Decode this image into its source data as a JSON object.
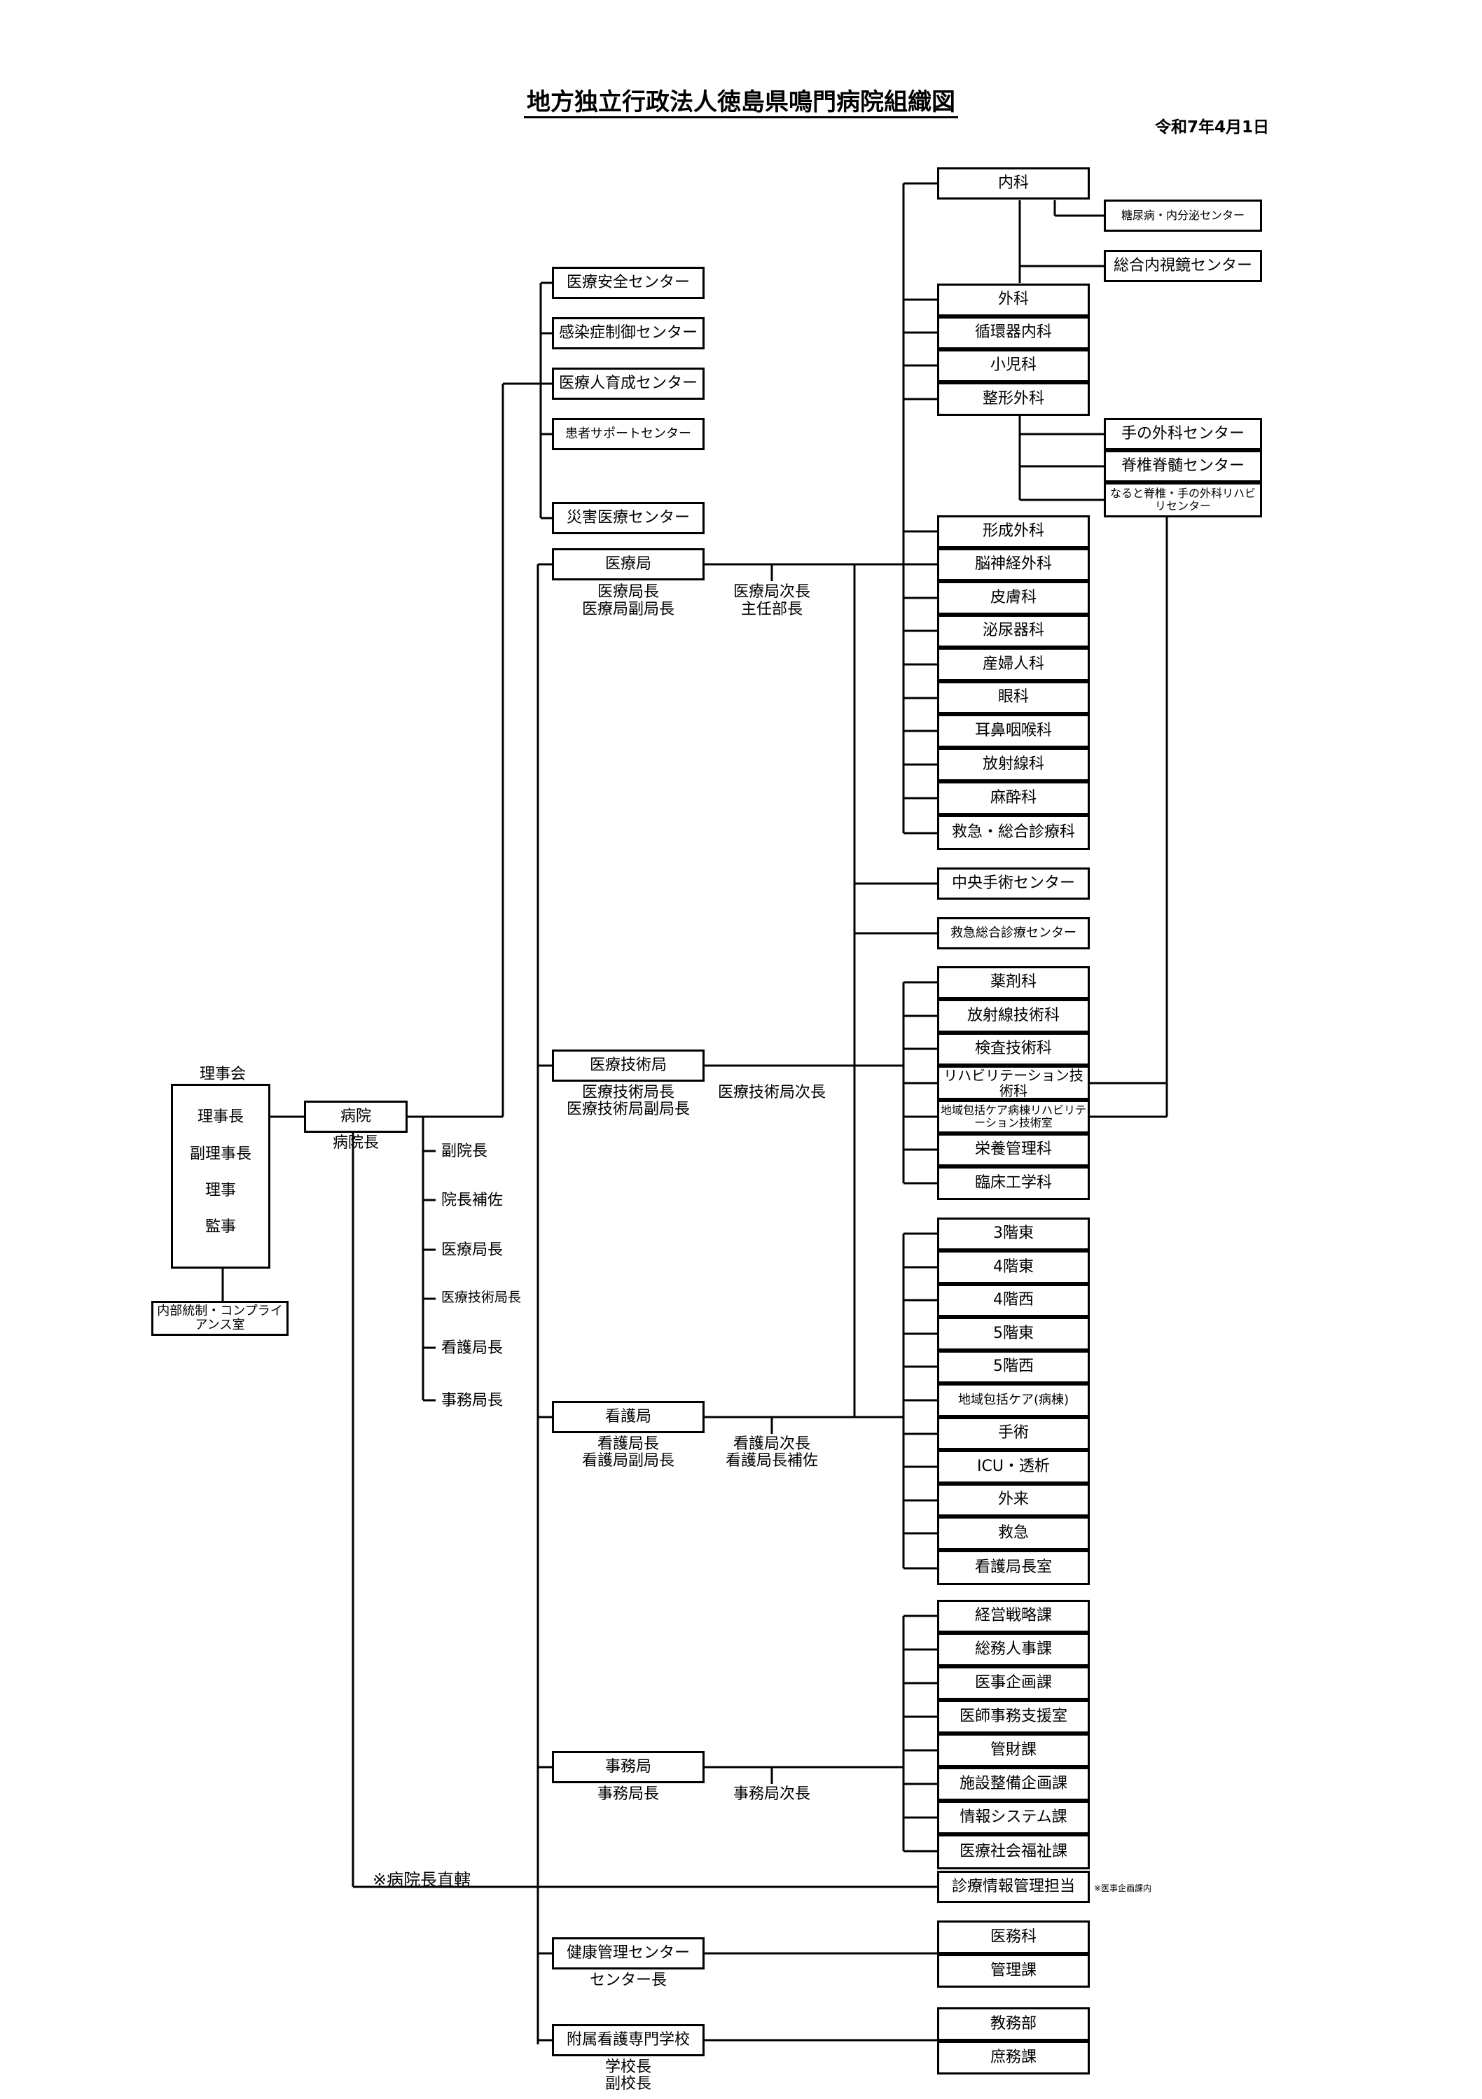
{
  "title": "地方独立行政法人徳島県鳴門病院組織図",
  "date": "令和7年4月1日",
  "board": {
    "label": "理事会",
    "members": [
      "理事長",
      "副理事長",
      "理事",
      "監事"
    ],
    "internal_control": "内部統制・コンプライアンス室"
  },
  "hospital": {
    "name": "病院",
    "head": "病院長",
    "staff": [
      "副院長",
      "院長補佐",
      "医療局長",
      "医療技術局長",
      "看護局長",
      "事務局長"
    ]
  },
  "centers": [
    "医療安全センター",
    "感染症制御センター",
    "医療人育成センター",
    "患者サポートセンター",
    "災害医療センター"
  ],
  "medical_bureau": {
    "name": "医療局",
    "heads": [
      "医療局長",
      "医療局副局長"
    ],
    "subheads": [
      "医療局次長",
      "主任部長"
    ],
    "naika": "内科",
    "naika_centers": [
      "糖尿病・内分泌センター",
      "総合内視鏡センター"
    ],
    "group1": [
      "外科",
      "循環器内科",
      "小児科",
      "整形外科"
    ],
    "seikei_centers": [
      "手の外科センター",
      "脊椎脊髄センター",
      "なると脊椎・手の外科リハビリセンター"
    ],
    "group2": [
      "形成外科",
      "脳神経外科",
      "皮膚科",
      "泌尿器科",
      "産婦人科",
      "眼科",
      "耳鼻咽喉科",
      "放射線科",
      "麻酔科",
      "救急・総合診療科"
    ],
    "other_centers": [
      "中央手術センター",
      "救急総合診療センター"
    ]
  },
  "tech_bureau": {
    "name": "医療技術局",
    "heads": [
      "医療技術局長",
      "医療技術局副局長"
    ],
    "subheads": [
      "医療技術局次長"
    ],
    "sections": [
      "薬剤科",
      "放射線技術科",
      "検査技術科",
      "リハビリテーション技術科",
      "地域包括ケア病棟リハビリテーション技術室",
      "栄養管理科",
      "臨床工学科"
    ]
  },
  "nursing_bureau": {
    "name": "看護局",
    "heads": [
      "看護局長",
      "看護局副局長"
    ],
    "subheads": [
      "看護局次長",
      "看護局長補佐"
    ],
    "units": [
      "3階東",
      "4階東",
      "4階西",
      "5階東",
      "5階西",
      "地域包括ケア(病棟)",
      "手術",
      "ICU・透析",
      "外来",
      "救急",
      "看護局長室"
    ]
  },
  "admin_bureau": {
    "name": "事務局",
    "heads": [
      "事務局長"
    ],
    "subheads": [
      "事務局次長"
    ],
    "sections": [
      "経営戦略課",
      "総務人事課",
      "医事企画課",
      "医師事務支援室",
      "管財課",
      "施設整備企画課",
      "情報システム課",
      "医療社会福祉課"
    ]
  },
  "direct": {
    "label": "※病院長直轄",
    "unit": "診療情報管理担当",
    "note": "※医事企画課内"
  },
  "health_center": {
    "name": "健康管理センター",
    "heads": [
      "センター長"
    ],
    "sections": [
      "医務科",
      "管理課"
    ]
  },
  "nursing_school": {
    "name": "附属看護専門学校",
    "heads": [
      "学校長",
      "副校長"
    ],
    "sections": [
      "教務部",
      "庶務課"
    ]
  }
}
